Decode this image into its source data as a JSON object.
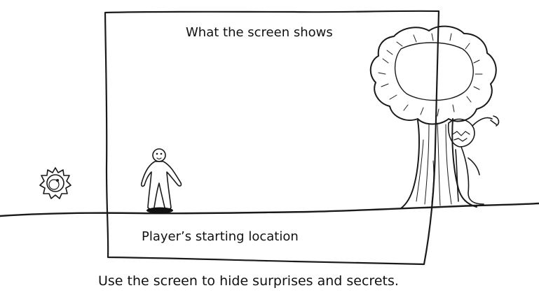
{
  "labels": {
    "screen": "What the screen shows",
    "start": "Player’s starting location",
    "caption": "Use the screen to hide surprises and secrets."
  },
  "colors": {
    "ink": "#1a1a1a",
    "background": "#ffffff"
  },
  "icons": [
    "sun-icon",
    "player-figure",
    "tree",
    "lurking-enemy"
  ]
}
